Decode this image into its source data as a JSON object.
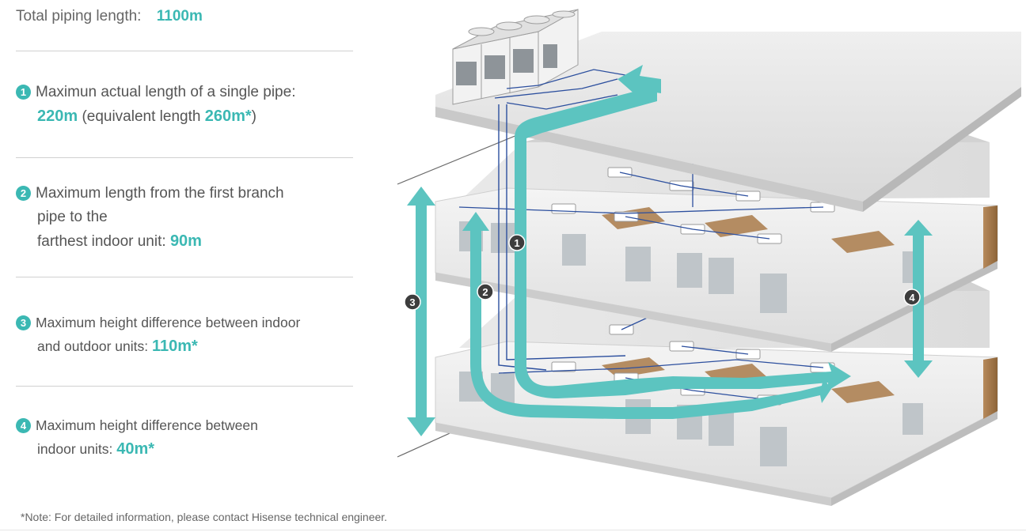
{
  "total": {
    "label": "Total piping length:",
    "value": "1100m"
  },
  "items": [
    {
      "number": "1",
      "line1": "Maximun actual length of a single pipe:",
      "value1": "220m",
      "text_mid": "(equivalent length ",
      "value2": "260m*",
      "text_end": ")"
    },
    {
      "number": "2",
      "line1": "Maximum length from the first branch",
      "line2": "pipe to the",
      "line3": "farthest indoor unit:",
      "value": "90m"
    },
    {
      "number": "3",
      "line1": "Maximum height difference between indoor",
      "line2": "and outdoor units:",
      "value": "110m*"
    },
    {
      "number": "4",
      "line1": "Maximum height difference between",
      "line2": "indoor units:",
      "value": "40m*"
    }
  ],
  "diagram": {
    "markers": [
      "1",
      "2",
      "3",
      "4"
    ]
  },
  "note": "*Note: For detailed information, please contact Hisense technical engineer.",
  "colors": {
    "accent": "#3bb8b3",
    "text": "#555555",
    "divider": "#d0d0d0",
    "pipe": "#2c4f9e",
    "marker": "#3d3d3d",
    "slab": "#e4e4e4"
  }
}
